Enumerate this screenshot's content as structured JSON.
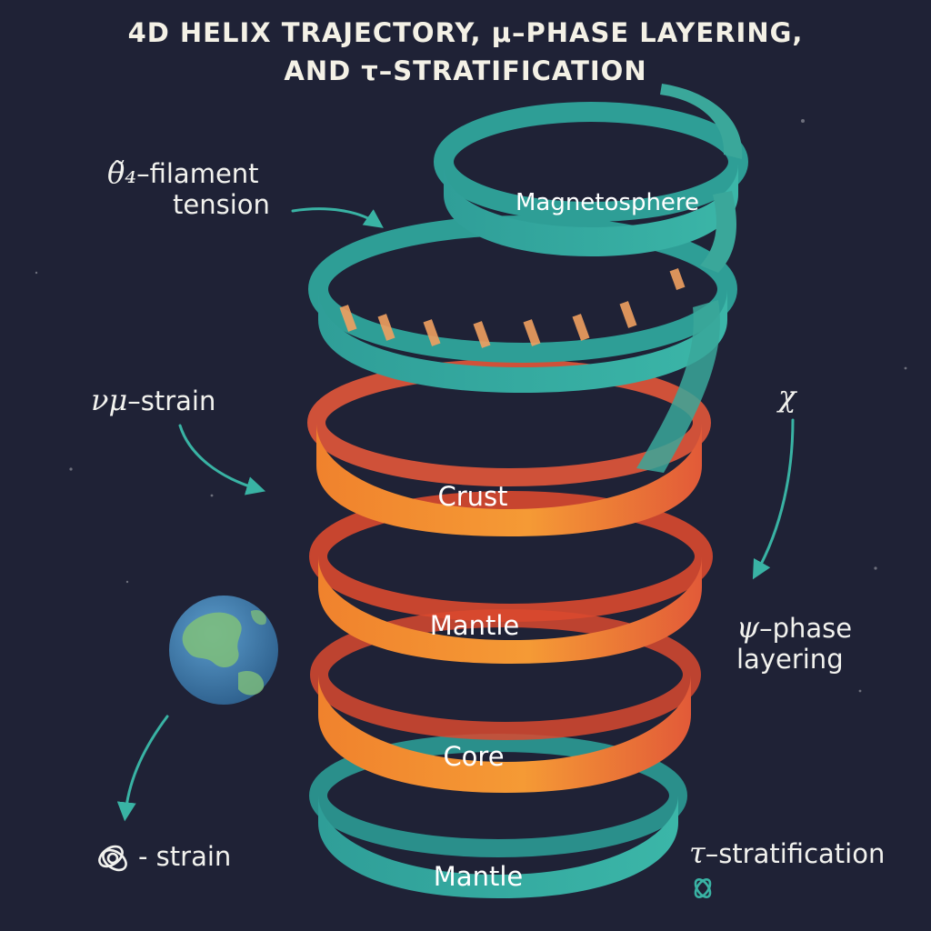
{
  "title": {
    "line1": "4D HELIX TRAJECTORY, μ–PHASE LAYERING,",
    "line2": "AND τ–STRATIFICATION"
  },
  "annotations": {
    "filament": {
      "symbol": "θ̃₄",
      "text_line1": "–filament",
      "text_line2": "tension"
    },
    "nu_strain": {
      "symbol": "νμ",
      "text": "–strain"
    },
    "chi": {
      "symbol": "χ"
    },
    "psi": {
      "symbol": "ψ",
      "text_line1": "–phase",
      "text_line2": "layering"
    },
    "knot_strain": {
      "text": "- strain"
    },
    "tau": {
      "symbol": "τ",
      "text": "–stratification"
    }
  },
  "bands": {
    "magnetosphere": "Magnetosphere",
    "crust": "Crust",
    "mantle_upper": "Mantle",
    "core": "Core",
    "mantle_lower": "Mantle"
  },
  "colors": {
    "background": "#1f2236",
    "teal": "#2fa69c",
    "teal_light": "#4ec2b2",
    "orange": "#f28a2e",
    "orange_red": "#e9543a",
    "stripe": "#f0a060",
    "arrow": "#39b3a4",
    "planet_ocean": "#3f7fae",
    "planet_land": "#7fbf7a"
  }
}
